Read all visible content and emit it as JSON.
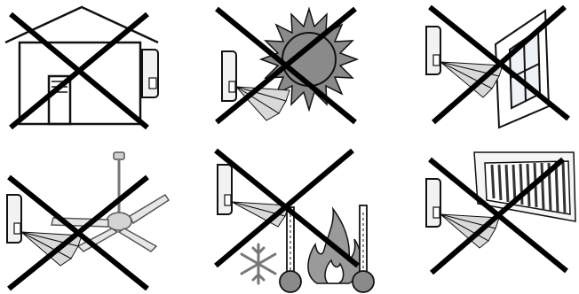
{
  "panels": [
    {
      "subject": "house"
    },
    {
      "subject": "sun"
    },
    {
      "subject": "window"
    },
    {
      "subject": "ceiling-fan"
    },
    {
      "subject": "hot-and-cold"
    },
    {
      "subject": "air-vent"
    }
  ],
  "colors": {
    "line": "#111111",
    "cross": "#000000",
    "sun_fill": "#8a8a8a",
    "device_fill": "#f2f2f2",
    "beam_fill": "#d9d9d9",
    "thermo_bulb": "#8a8a8a"
  }
}
